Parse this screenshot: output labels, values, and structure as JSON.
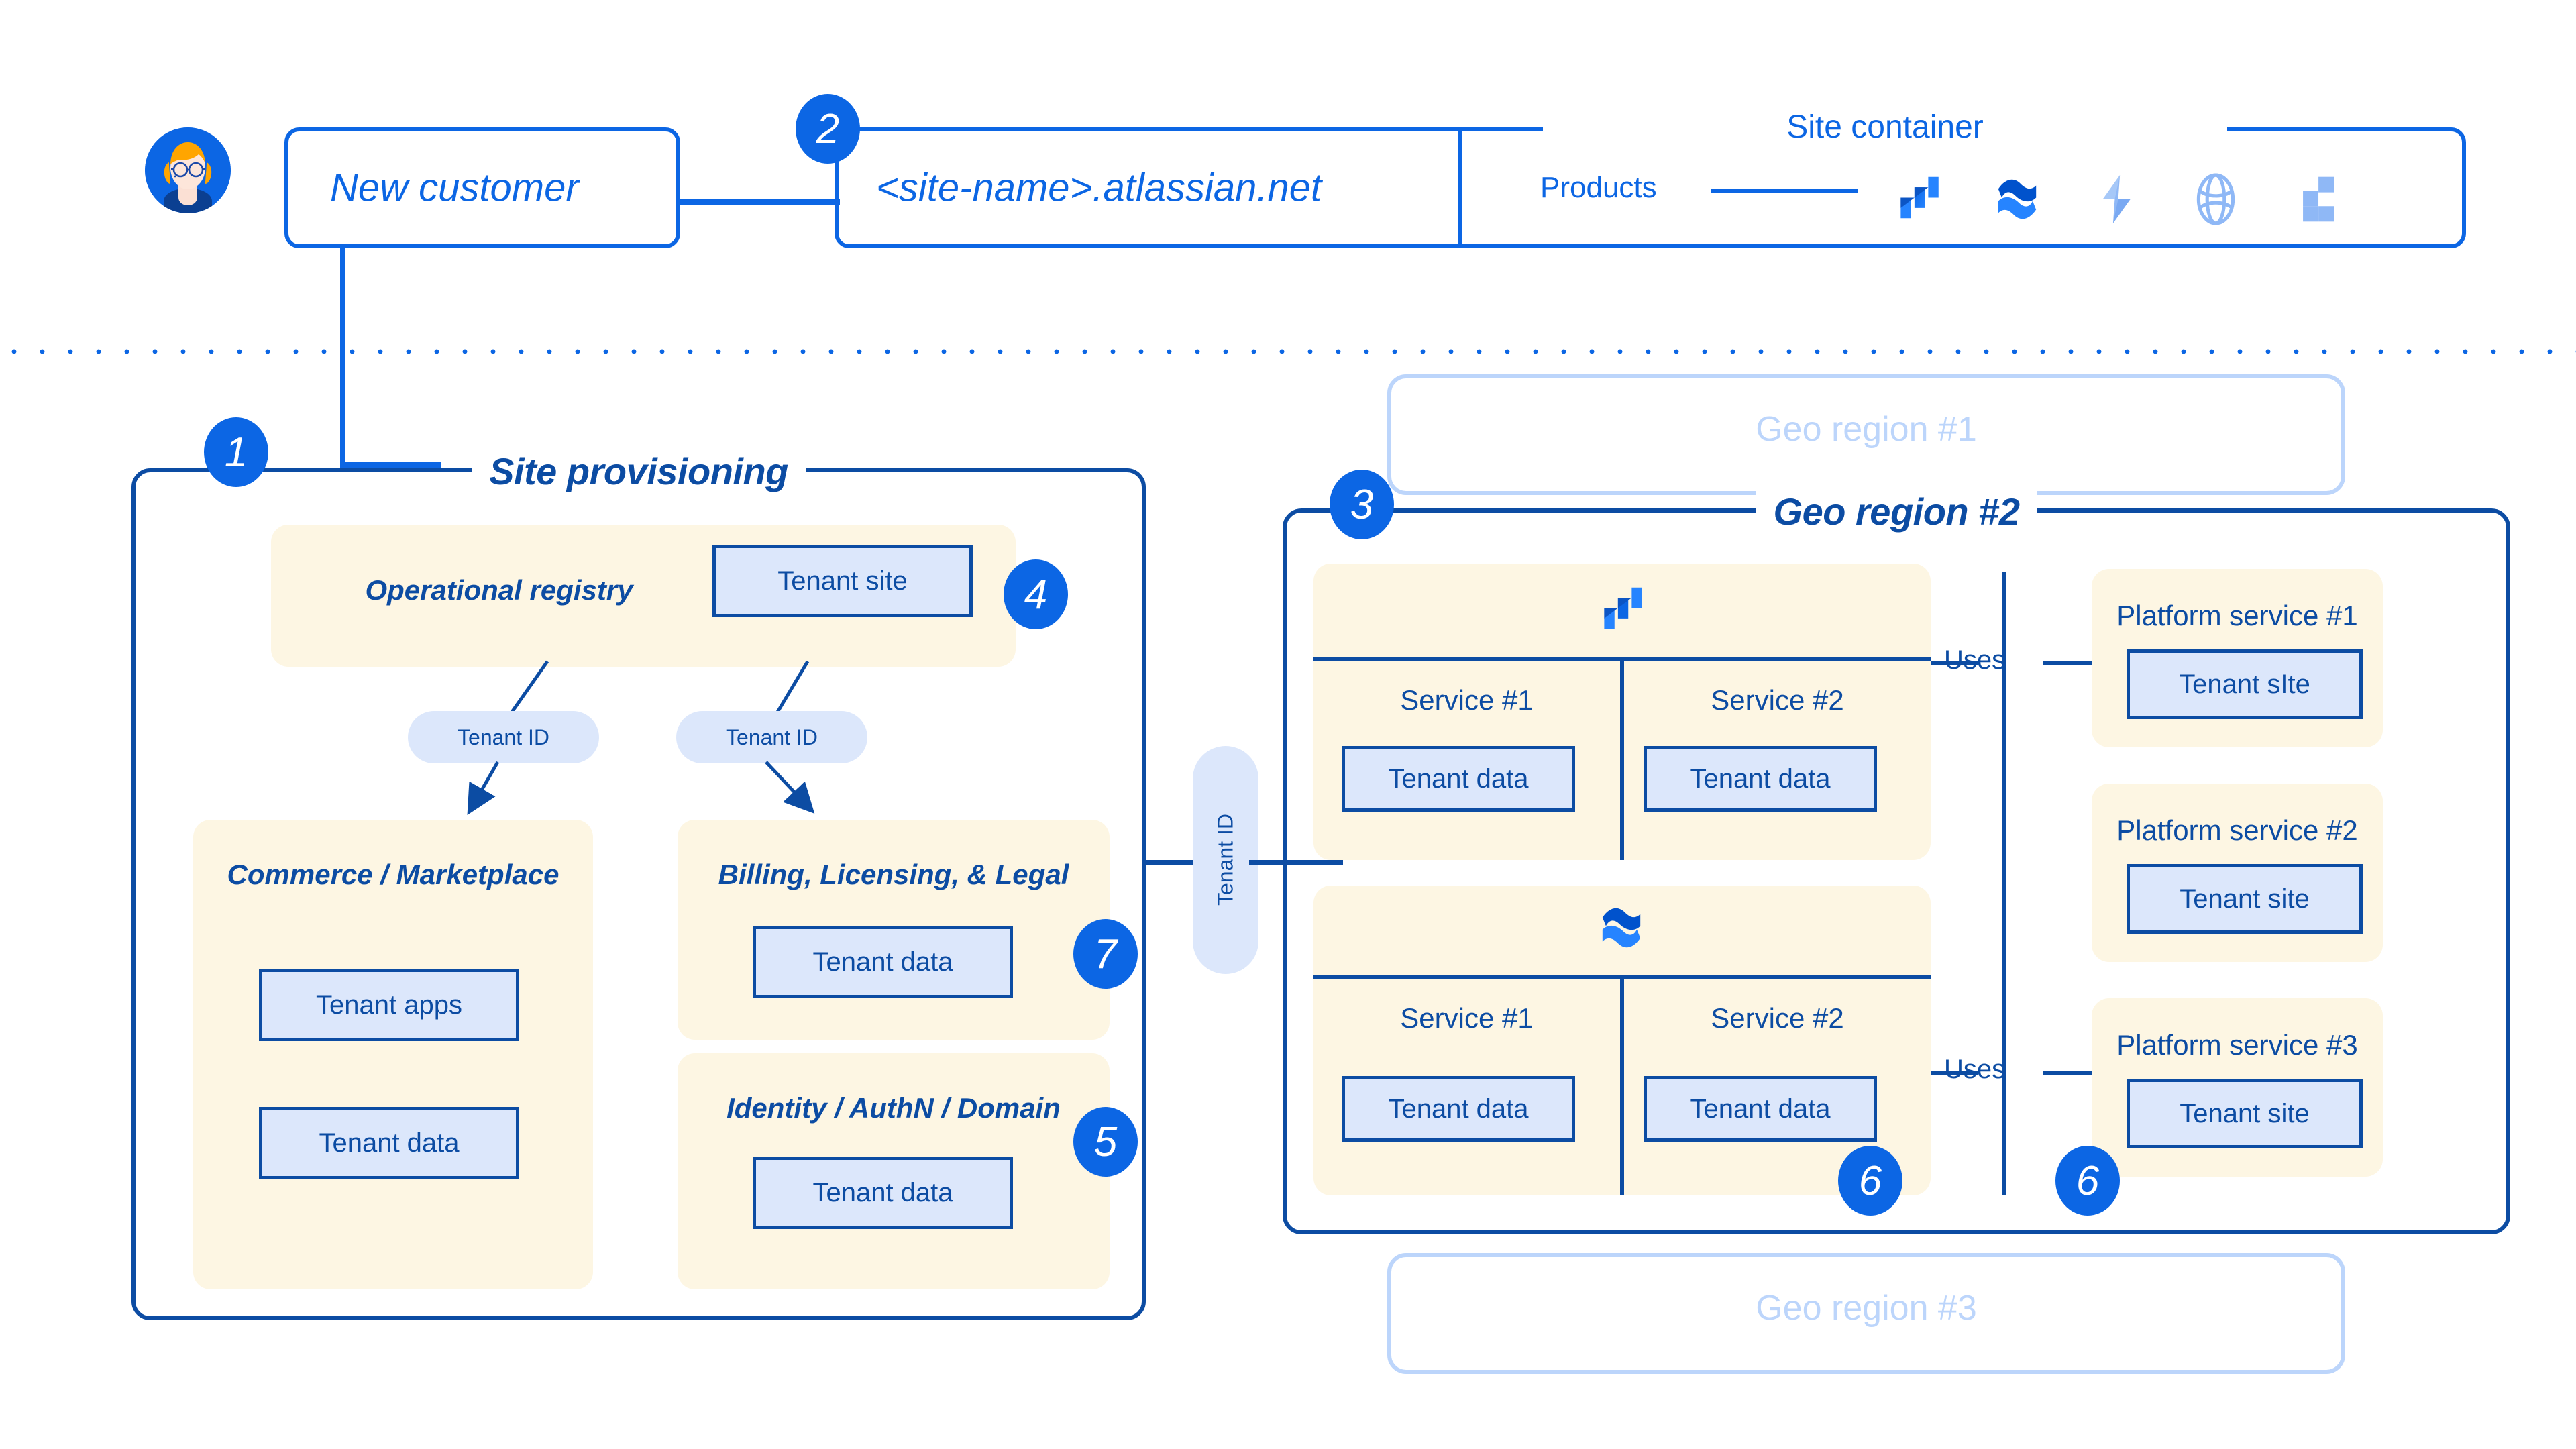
{
  "diagram": {
    "title": "Atlassian cloud tenant / site provisioning architecture",
    "colors": {
      "accent_blue": "#0c66e4",
      "navy": "#0c4ca3",
      "cream": "#fdf6e3",
      "lilac": "#dce7fb",
      "ghost_blue": "#bcd5fb"
    }
  },
  "top": {
    "customer": {
      "label": "New customer",
      "avatar": "female-avatar-glasses-icon"
    },
    "site_url": {
      "label": "<site-name>.atlassian.net",
      "badge": "2"
    },
    "site_container": {
      "title": "Site container",
      "products_label": "Products",
      "product_icons": [
        "jira-icon",
        "confluence-icon",
        "jira-service-management-icon",
        "atlas-globe-icon",
        "bitbucket-icon"
      ]
    }
  },
  "provisioning": {
    "badge": "1",
    "title": "Site provisioning",
    "operational_registry": {
      "label": "Operational registry",
      "tenant_site_chip": "Tenant site",
      "badge": "4"
    },
    "tenant_id_pills": [
      "Tenant ID",
      "Tenant ID"
    ],
    "commerce": {
      "label": "Commerce / Marketplace",
      "chips": [
        "Tenant apps",
        "Tenant data"
      ]
    },
    "billing": {
      "label": "Billing, Licensing, & Legal",
      "chips": [
        "Tenant data"
      ],
      "badge": "7"
    },
    "identity": {
      "label": "Identity / AuthN / Domain",
      "chips": [
        "Tenant data"
      ],
      "badge": "5"
    }
  },
  "tenant_id_connector": {
    "label": "Tenant ID"
  },
  "regions": {
    "region1": {
      "title": "Geo region #1"
    },
    "region3": {
      "title": "Geo region #3"
    },
    "region2": {
      "badge": "3",
      "title": "Geo region #2",
      "product_groups": [
        {
          "icon": "jira-icon",
          "services": [
            {
              "name": "Service #1",
              "chip": "Tenant data"
            },
            {
              "name": "Service #2",
              "chip": "Tenant data"
            }
          ]
        },
        {
          "icon": "confluence-icon",
          "services": [
            {
              "name": "Service #1",
              "chip": "Tenant data"
            },
            {
              "name": "Service #2",
              "chip": "Tenant data"
            }
          ]
        }
      ],
      "uses_labels": [
        "Uses",
        "Uses"
      ],
      "badges": [
        "6",
        "6"
      ],
      "platform_services": [
        {
          "title": "Platform service #1",
          "chip": "Tenant sIte"
        },
        {
          "title": "Platform service #2",
          "chip": "Tenant site"
        },
        {
          "title": "Platform service #3",
          "chip": "Tenant site"
        }
      ]
    }
  }
}
